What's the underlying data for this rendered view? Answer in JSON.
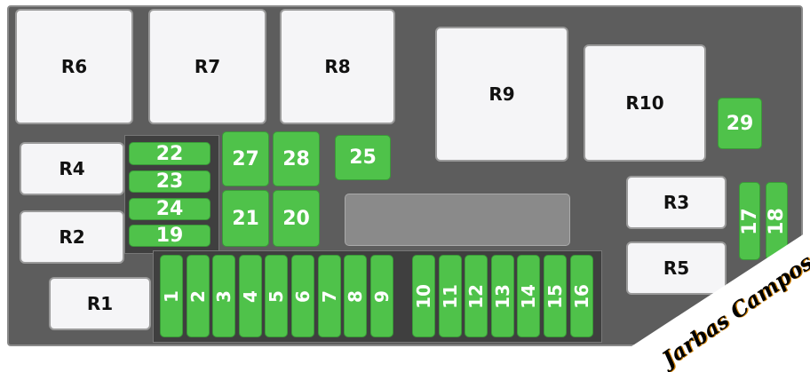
{
  "relays": {
    "R1": "R1",
    "R2": "R2",
    "R3": "R3",
    "R4": "R4",
    "R5": "R5",
    "R6": "R6",
    "R7": "R7",
    "R8": "R8",
    "R9": "R9",
    "R10": "R10"
  },
  "fuses": {
    "f1": "1",
    "f2": "2",
    "f3": "3",
    "f4": "4",
    "f5": "5",
    "f6": "6",
    "f7": "7",
    "f8": "8",
    "f9": "9",
    "f10": "10",
    "f11": "11",
    "f12": "12",
    "f13": "13",
    "f14": "14",
    "f15": "15",
    "f16": "16",
    "f17": "17",
    "f18": "18",
    "f19": "19",
    "f20": "20",
    "f21": "21",
    "f22": "22",
    "f23": "23",
    "f24": "24",
    "f25": "25",
    "f27": "27",
    "f28": "28",
    "f29": "29"
  },
  "colors": {
    "fuse": "#4fc24a",
    "relay": "#f5f5f7",
    "housing": "#5d5d5d"
  },
  "watermark": "Jarbas Campos"
}
